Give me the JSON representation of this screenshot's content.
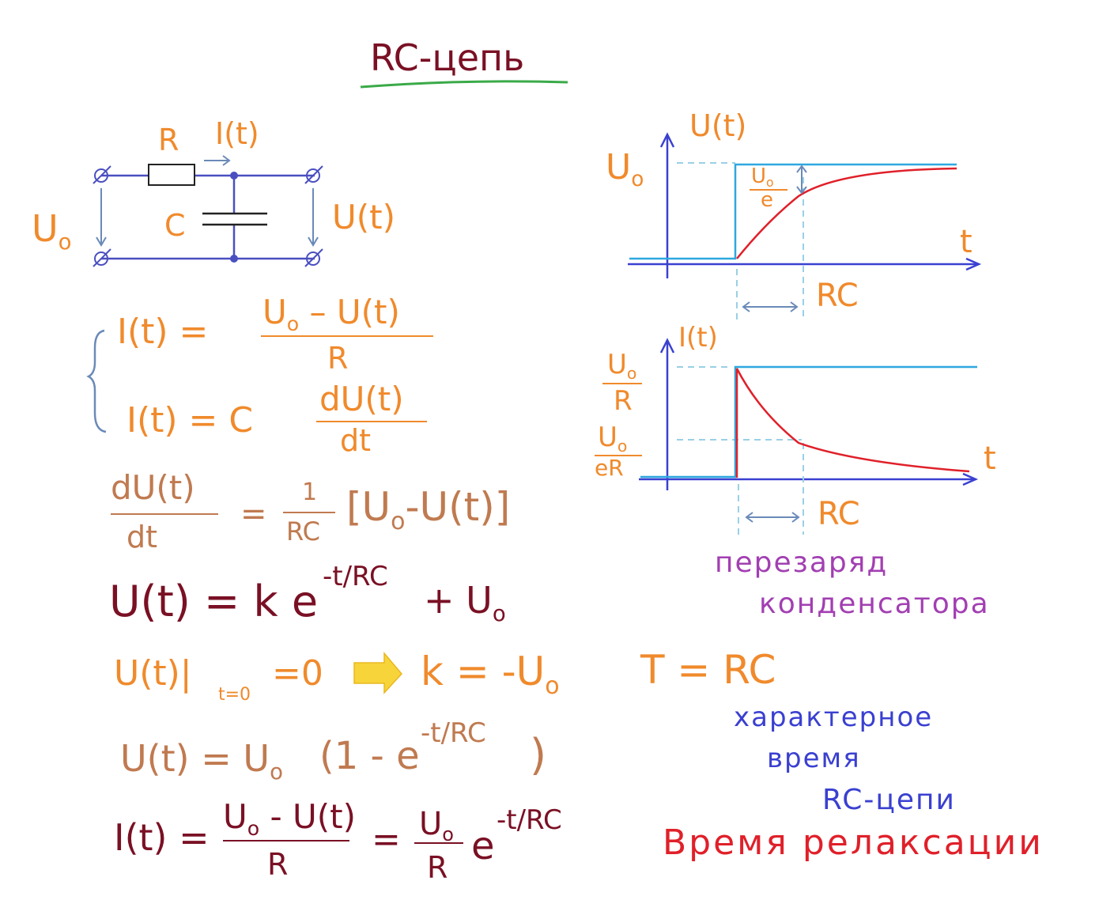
{
  "title": "RC-цепь",
  "circuit": {
    "resistor_label": "R",
    "current_label": "I(t)",
    "capacitor_label": "C",
    "source_label": "U",
    "source_sub": "o",
    "output_label": "U(t)"
  },
  "system": {
    "eq1_lhs": "I(t) =",
    "eq1_num": "U",
    "eq1_num_rest": "– U(t)",
    "eq1_den": "R",
    "eq2_lhs": "I(t) = C",
    "eq2_num": "dU(t)",
    "eq2_den": "dt"
  },
  "ode": {
    "num": "dU(t)",
    "den": "dt",
    "eq": "=",
    "coef_num": "1",
    "coef_den": "RC",
    "bracket": "[U",
    "bracket_rest": "-U(t)]"
  },
  "general": {
    "lhs": "U(t) = k e",
    "exp": "-t/RC",
    "rhs": "+ U",
    "sub": "o"
  },
  "initial": {
    "lhs": "U(t)|",
    "sub": "t=0",
    "eq": "=0",
    "result": "k = -U",
    "result_sub": "o"
  },
  "solution": {
    "lhs": "U(t) = U",
    "sub": "o",
    "mid": "(1 - e",
    "exp": "-t/RC",
    "close": ")"
  },
  "current": {
    "lhs": "I(t) =",
    "num": "U",
    "num_rest": "- U(t)",
    "den": "R",
    "eq": "=",
    "frac2_num": "U",
    "frac2_den": "R",
    "e": "e",
    "exp": "-t/RC"
  },
  "graph_u": {
    "ylabel": "U(t)",
    "xlabel": "t",
    "level_label": "U",
    "level_sub": "o",
    "frac_num": "U",
    "frac_den": "e",
    "rc_label": "RC"
  },
  "graph_i": {
    "ylabel": "I(t)",
    "xlabel": "t",
    "top_num": "U",
    "top_den": "R",
    "mid_num": "U",
    "mid_den": "eR",
    "rc_label": "RC"
  },
  "notes": {
    "recharge_1": "перезаряд",
    "recharge_2": "конденсатора",
    "tau": "T = RC",
    "char_1": "характерное",
    "char_2": "время",
    "char_3": "RC-цепи",
    "relax": "Время релаксации"
  },
  "colors": {
    "orange": "#f08a2c",
    "brown": "#c07a50",
    "maroon": "#7a1024",
    "purple": "#a23fb2",
    "blue": "#3a40d0",
    "wire": "#4a4fc0",
    "red": "#e0202a",
    "cyan": "#2ea8e0",
    "green": "#3aaa48"
  }
}
